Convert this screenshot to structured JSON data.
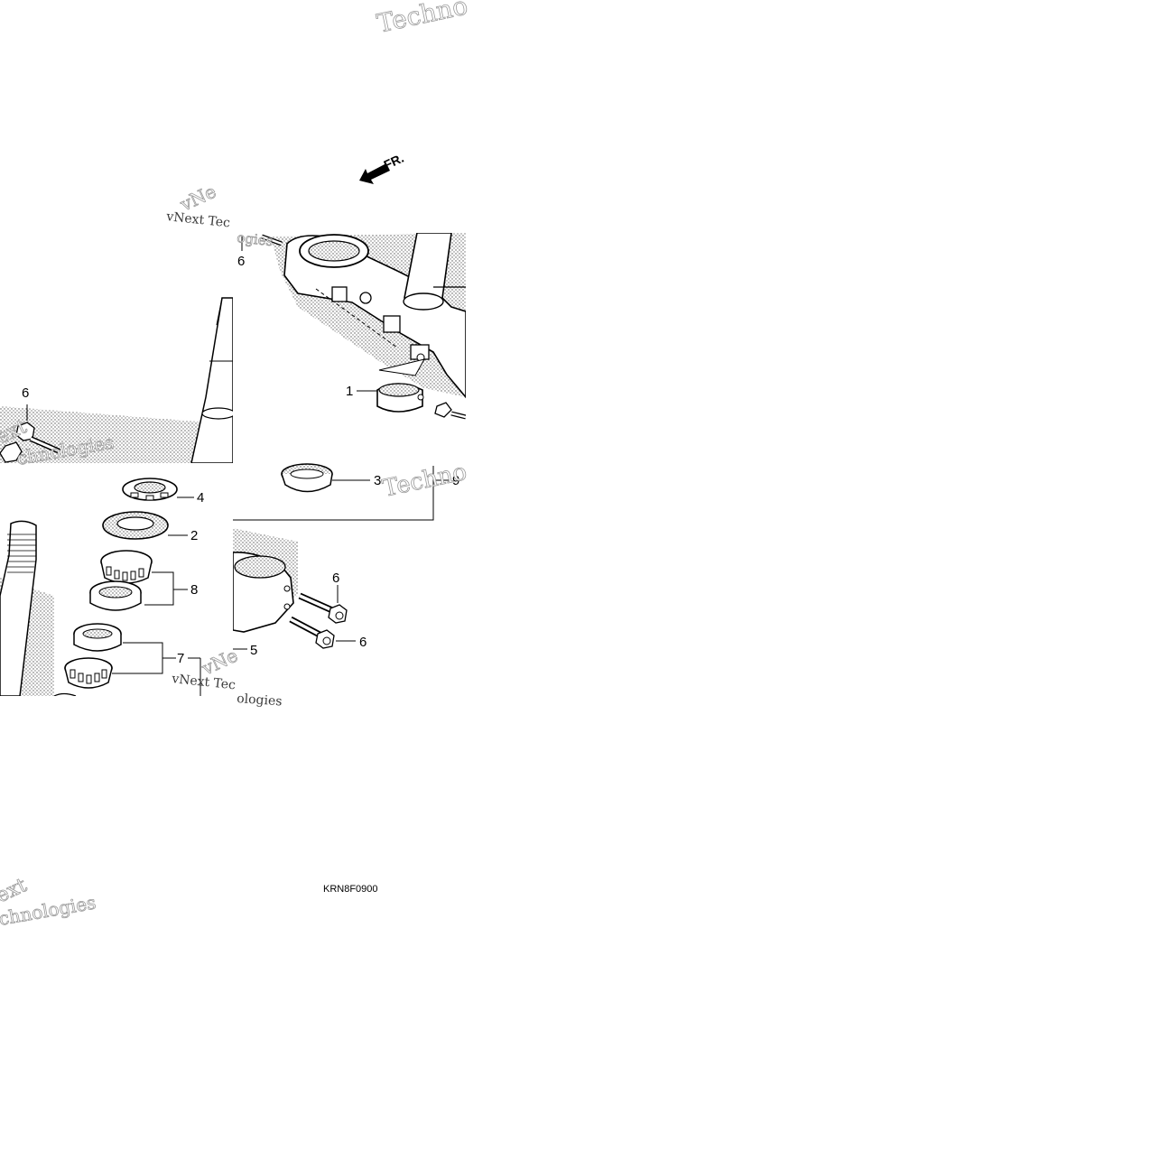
{
  "diagram": {
    "drawing_code": "KRN8F0900",
    "front_label": "FR.",
    "callouts": {
      "c1": "1",
      "c2": "2",
      "c3": "3",
      "c4": "4",
      "c5": "5",
      "c6a": "6",
      "c6b": "6",
      "c6c": "6",
      "c6d": "6",
      "c7": "7",
      "c8": "8",
      "c9": "9"
    }
  },
  "watermarks": {
    "wm_top": "Techno",
    "wm_mid_right": "Techno",
    "wm_left_1a": "vNext Tec",
    "wm_left_1b": "ogies",
    "wm_left_1c": "vNe",
    "wm_left_2a": "ext",
    "wm_left_2b": "chnologies",
    "wm_bottom_1a": "vNext Tec",
    "wm_bottom_1b": "ologies",
    "wm_bottom_1c": "vNe",
    "wm_corner_a": "ext",
    "wm_corner_b": "chnologies"
  }
}
